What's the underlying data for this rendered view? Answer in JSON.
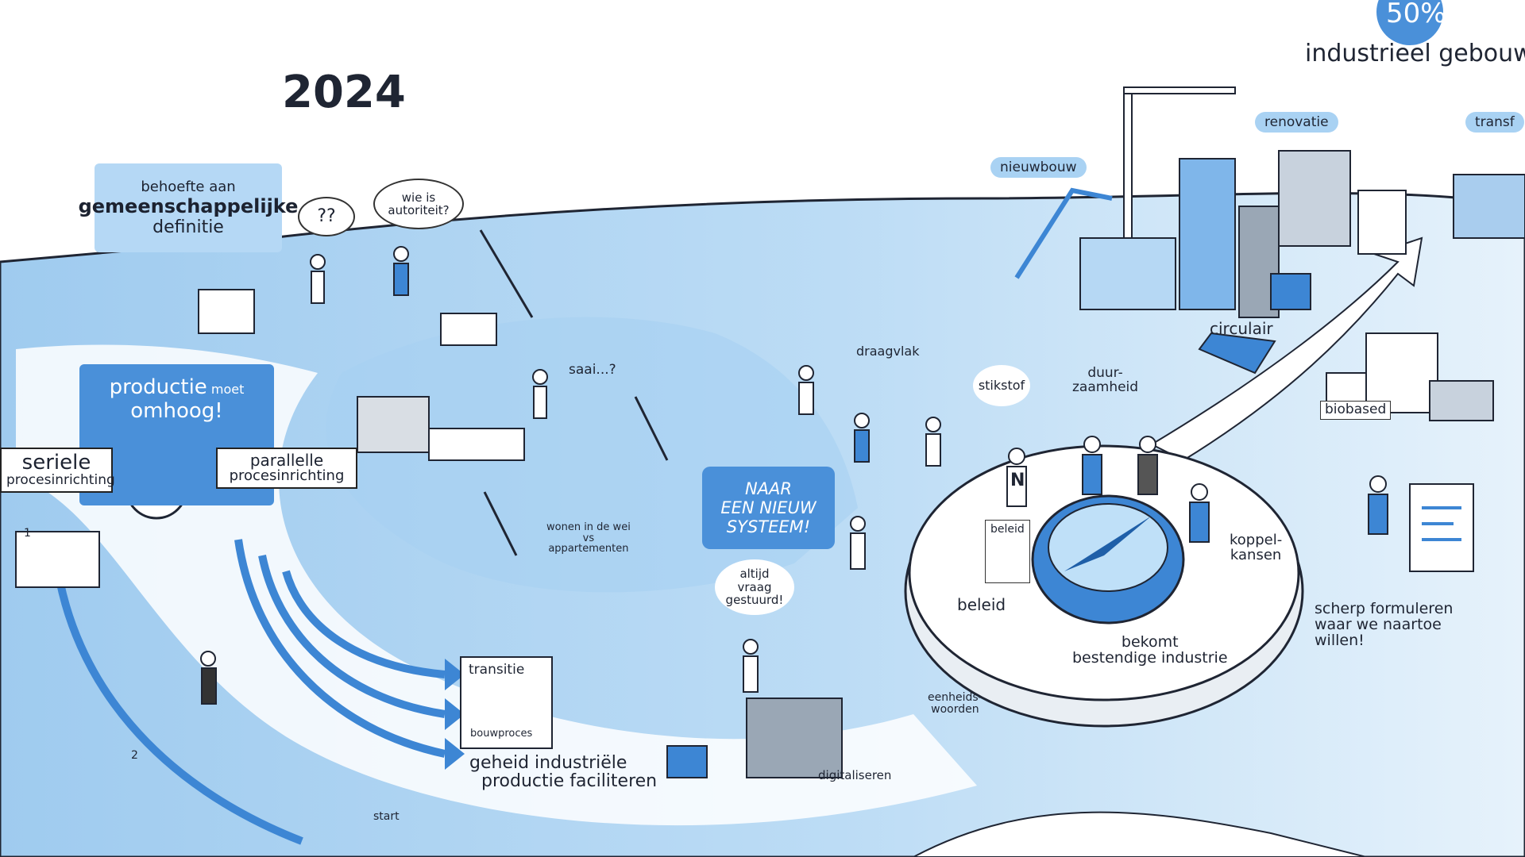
{
  "year": "2024",
  "goal": {
    "percent": "50%",
    "caption": "industrieel gebouwd"
  },
  "left": {
    "definition_box": {
      "line1": "behoefte aan",
      "line2": "gemeenschappelijke",
      "line3": "definitie"
    },
    "question_bubble": "??",
    "authority_bubble": "wie is autoriteit?",
    "production_box": {
      "line1": "productie",
      "line1b": "moet",
      "line2": "omhoog!"
    },
    "serial": {
      "line1": "seriele",
      "line2": "procesinrichting"
    },
    "parallel": {
      "line1": "parallelle",
      "line2": "procesinrichting"
    },
    "step1": "1",
    "step2": "2",
    "start": "start"
  },
  "middle": {
    "boring_bubble": "saai...?",
    "housing": {
      "line1": "wonen in de wei",
      "line2": "vs",
      "line3": "appartementen"
    },
    "new_system_box": {
      "line1": "NAAR",
      "line2": "EEN NIEUW",
      "line3": "SYSTEEM!"
    },
    "support": "draagvlak",
    "demand_bubble": {
      "line1": "altijd",
      "line2": "vraag gestuurd!"
    },
    "transition_card": {
      "title": "transitie",
      "subtitle": "bouwproces"
    },
    "facilitate": {
      "line1": "geheid industriële",
      "line2": "productie faciliteren"
    },
    "digitalise": "digitaliseren",
    "units": {
      "line1": "eenheids-",
      "line2": "woorden"
    }
  },
  "platform": {
    "nitrogen": "stikstof",
    "sustainability": {
      "line1": "duur-",
      "line2": "zaamheid"
    },
    "policy_sign": "beleid",
    "policy": "beleid",
    "couple": {
      "line1": "koppel-",
      "line2": "kansen"
    },
    "result": {
      "line1": "bekomt",
      "line2": "bestendige industrie"
    },
    "shirt_letter": "N"
  },
  "right": {
    "new_build": "nieuwbouw",
    "renovation": "renovatie",
    "transformation": "transf",
    "circular": "circulair",
    "biobased": "biobased",
    "formulate": {
      "line1": "scherp formuleren",
      "line2": "waar we naartoe",
      "line3": "willen!"
    }
  },
  "colors": {
    "sky": "#ffffff",
    "light_blue": "#c7e1f6",
    "mid_blue": "#9fcbef",
    "accent": "#4a90d9",
    "dark": "#1f2533"
  }
}
